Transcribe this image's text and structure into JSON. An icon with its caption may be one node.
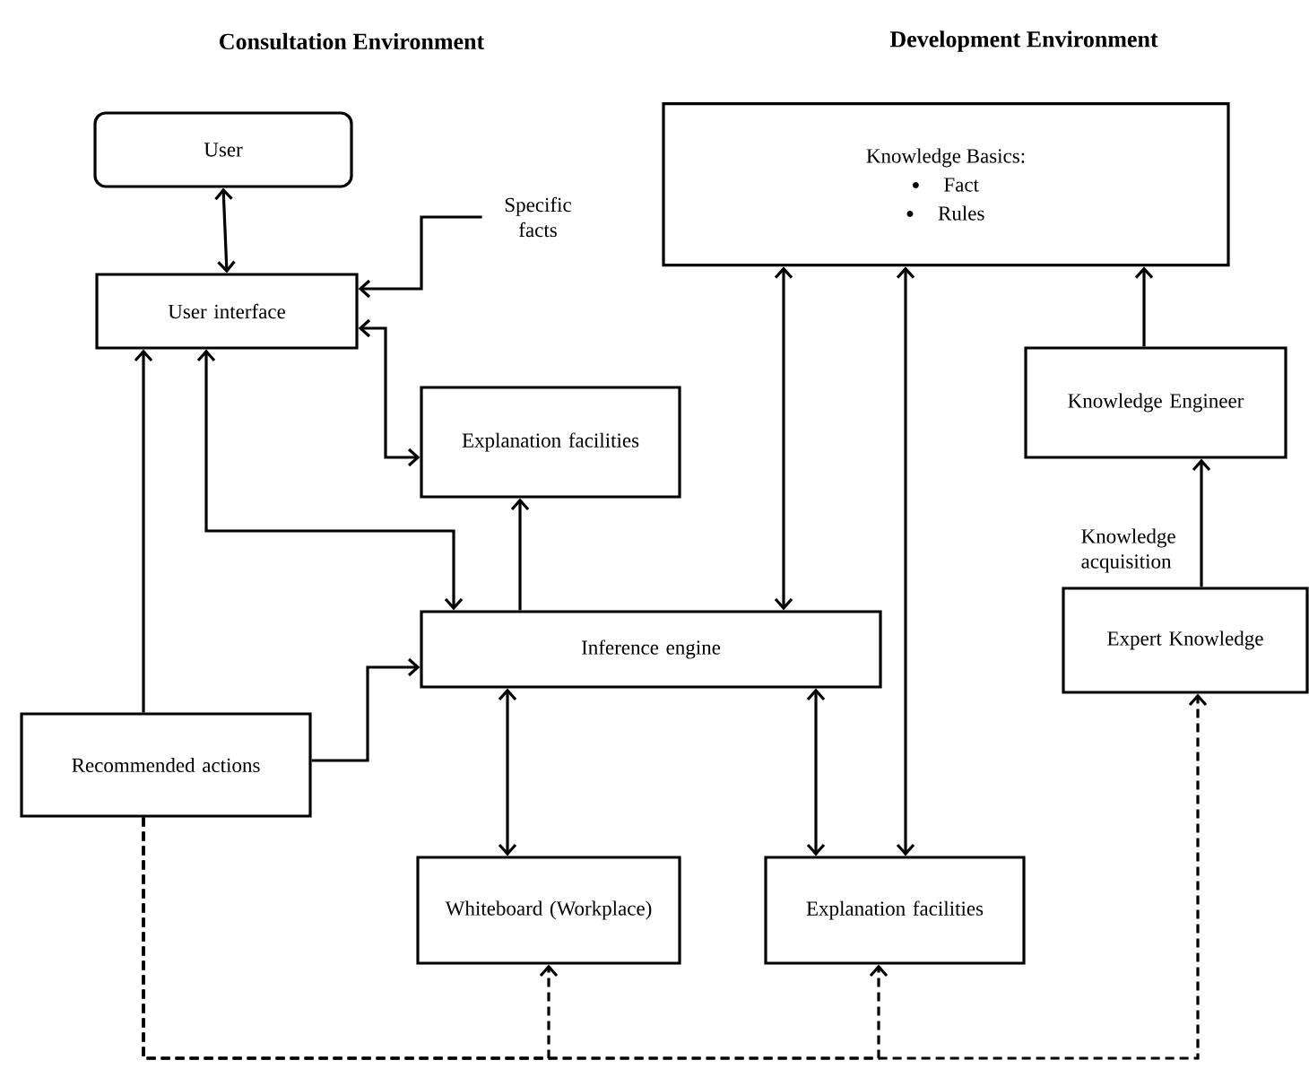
{
  "diagram": {
    "nodes": [
      {
        "text": [
          "User"
        ]
      },
      {
        "text": [
          "Specific facts"
        ]
      },
      {
        "text": [
          "User interface"
        ]
      },
      {
        "text": [
          "Explanation facilities"
        ]
      },
      {
        "text": [
          "Inference engine"
        ]
      },
      {
        "text": [
          "Recommended actions"
        ]
      },
      {
        "text": [
          "Whiteboard (Workplace)"
        ]
      },
      {
        "text": [
          "Knowledge Basics:",
          "Fact",
          "Rules"
        ]
      },
      {
        "text": [
          "Knowledge Engineer"
        ]
      },
      {
        "text": [
          "Expert Knowledge"
        ]
      },
      {
        "text": [
          "Explanation facilities"
        ]
      }
    ],
    "edges": [
      {
        "from": 0,
        "to": 2,
        "arrow": "both"
      },
      {
        "from": 1,
        "to": 2,
        "arrow": "to"
      },
      {
        "from": 2,
        "to": 3,
        "arrow": "both"
      },
      {
        "from": 2,
        "to": 4,
        "arrow": "both"
      },
      {
        "from": 4,
        "to": 3,
        "arrow": "to"
      },
      {
        "from": 5,
        "to": 2,
        "arrow": "to"
      },
      {
        "from": 5,
        "to": 4,
        "arrow": "to"
      },
      {
        "from": 4,
        "to": 6,
        "arrow": "both"
      },
      {
        "from": 7,
        "to": 4,
        "arrow": "both"
      },
      {
        "from": 7,
        "to": 10,
        "arrow": "both"
      },
      {
        "from": 4,
        "to": 10,
        "arrow": "both"
      },
      {
        "from": 8,
        "to": 7,
        "arrow": "to"
      },
      {
        "from": 9,
        "to": 8,
        "arrow": "to",
        "label": "Knowledge acquisition"
      },
      {
        "from": 5,
        "to": 6,
        "arrow": "to",
        "style": "dashed"
      },
      {
        "from": 5,
        "to": 10,
        "arrow": "to",
        "style": "dashed"
      },
      {
        "from": 5,
        "to": 9,
        "arrow": "to",
        "style": "dashed"
      }
    ],
    "labels": [
      "Consultation Environment",
      "Development Environment"
    ]
  }
}
